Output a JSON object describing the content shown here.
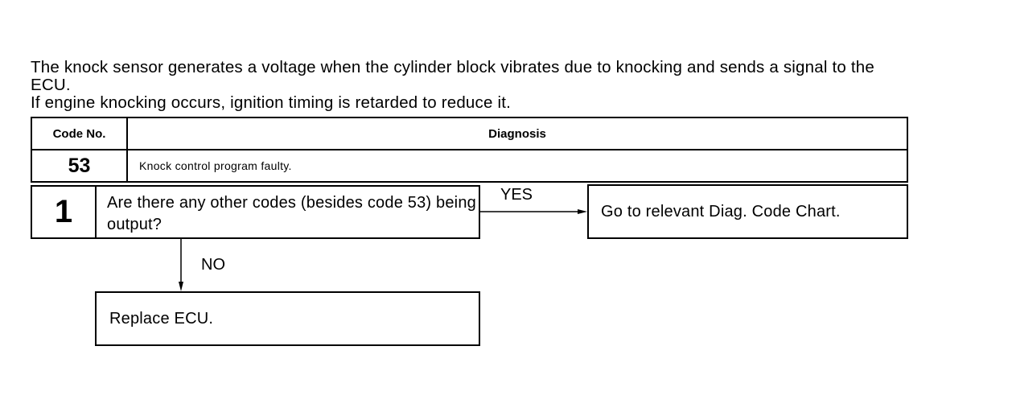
{
  "intro": {
    "line1": "The knock sensor generates a voltage when the cylinder block vibrates due to knocking and sends a signal to the ECU.",
    "line2": "If engine knocking occurs, ignition timing is retarded to reduce it."
  },
  "code_table": {
    "headers": {
      "code": "Code No.",
      "diagnosis": "Diagnosis"
    },
    "row": {
      "code": "53",
      "diagnosis": "Knock control program faulty."
    }
  },
  "step": {
    "number": "1",
    "question": "Are there any other codes (besides code 53) being output?"
  },
  "branches": {
    "yes_label": "YES",
    "yes_action": "Go to relevant Diag. Code Chart.",
    "no_label": "NO",
    "no_action": "Replace ECU."
  }
}
